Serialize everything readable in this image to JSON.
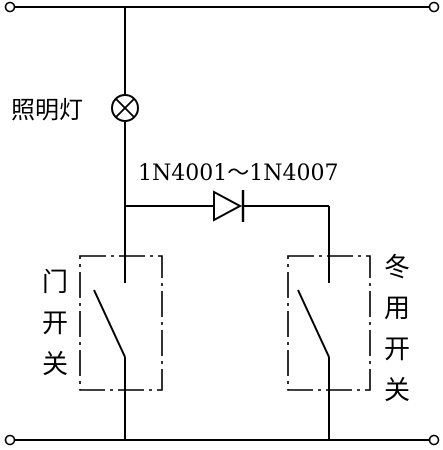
{
  "diagram": {
    "lamp_label": "照明灯",
    "diode_label": "1N4001～1N4007",
    "door_switch_label": [
      "门",
      "开",
      "关"
    ],
    "winter_switch_label": [
      "冬",
      "用",
      "开",
      "关"
    ]
  }
}
